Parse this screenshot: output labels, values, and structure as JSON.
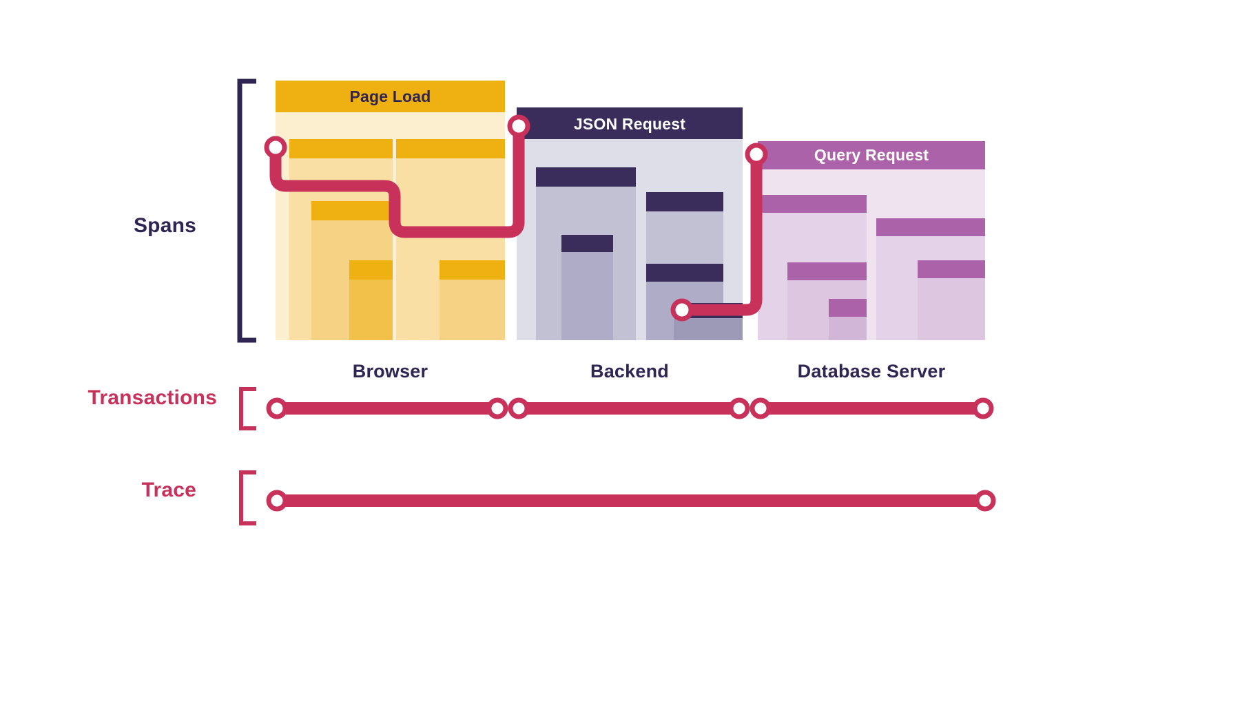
{
  "diagram": {
    "title_labels": {
      "spans": "Spans",
      "transactions": "Transactions",
      "trace": "Trace"
    },
    "colors": {
      "navy": "#2F2452",
      "crimson": "#C8315A",
      "yellow_header": "#EEB111",
      "yellow_bg": "#FBEFD0",
      "yellow_mid": "#F9DFA4",
      "yellow_dark": "#F2C14A",
      "gray_bg": "#DEDEE8",
      "gray_mid": "#B6B4CA",
      "gray_dark": "#A8A5C0",
      "purple_header": "#AC62A8",
      "purple_bg": "#F0E3F0",
      "purple_mid": "#E4D2E8",
      "purple_dark": "#D9C2DF",
      "white": "#FFFFFF"
    },
    "services": [
      {
        "key": "browser",
        "label": "Browser",
        "span_title": "Page Load",
        "title_text_color": "#2F2452"
      },
      {
        "key": "backend",
        "label": "Backend",
        "span_title": "JSON Request",
        "title_text_color": "#FFFFFF"
      },
      {
        "key": "database",
        "label": "Database Server",
        "span_title": "Query Request",
        "title_text_color": "#FFFFFF"
      }
    ],
    "transactions_row": {
      "segments": [
        {
          "name": "browser-transaction"
        },
        {
          "name": "backend-transaction"
        },
        {
          "name": "database-transaction"
        }
      ]
    },
    "trace_row": {
      "segments": [
        {
          "name": "full-trace"
        }
      ]
    }
  },
  "chart_data": {
    "type": "bar",
    "title": "Distributed trace: spans, transactions and trace",
    "categories": [
      "Browser",
      "Backend",
      "Database Server"
    ],
    "series": [
      {
        "name": "Page Load",
        "group": "Browser",
        "header_label": "Page Load",
        "x_start": 400,
        "x_end": 733,
        "y_start": 117,
        "y_end": 494,
        "bars": [
          {
            "label": "browser-span-1",
            "x": 420,
            "width": 150,
            "top": 202,
            "bottom": 494
          },
          {
            "label": "browser-span-2",
            "x": 575,
            "width": 158,
            "top": 202,
            "bottom": 494
          },
          {
            "label": "browser-span-1-1",
            "x": 452,
            "width": 118,
            "top": 292,
            "bottom": 494
          },
          {
            "label": "browser-span-1-1-1",
            "x": 507,
            "width": 63,
            "top": 378,
            "bottom": 494
          },
          {
            "label": "browser-span-2-1",
            "x": 638,
            "width": 95,
            "top": 378,
            "bottom": 494
          }
        ]
      },
      {
        "name": "JSON Request",
        "group": "Backend",
        "header_label": "JSON Request",
        "x_start": 750,
        "x_end": 1078,
        "y_start": 156,
        "y_end": 494,
        "bars": [
          {
            "label": "backend-span-1",
            "x": 778,
            "width": 145,
            "top": 243,
            "bottom": 494
          },
          {
            "label": "backend-span-1-1",
            "x": 815,
            "width": 75,
            "top": 341,
            "bottom": 494
          },
          {
            "label": "backend-span-2",
            "x": 938,
            "width": 112,
            "top": 279,
            "bottom": 494
          },
          {
            "label": "backend-span-2-1",
            "x": 938,
            "width": 112,
            "top": 383,
            "bottom": 494
          },
          {
            "label": "backend-span-2-2",
            "x": 978,
            "width": 100,
            "top": 440,
            "bottom": 494
          }
        ]
      },
      {
        "name": "Query Request",
        "group": "Database Server",
        "header_label": "Query Request",
        "x_start": 1100,
        "x_end": 1430,
        "y_start": 205,
        "y_end": 494,
        "bars": [
          {
            "label": "db-span-1",
            "x": 1100,
            "width": 158,
            "top": 283,
            "bottom": 494
          },
          {
            "label": "db-span-1-1",
            "x": 1143,
            "width": 115,
            "top": 381,
            "bottom": 494
          },
          {
            "label": "db-span-1-1-1",
            "x": 1203,
            "width": 55,
            "top": 434,
            "bottom": 494
          },
          {
            "label": "db-span-2",
            "x": 1272,
            "width": 158,
            "top": 317,
            "bottom": 494
          },
          {
            "label": "db-span-2-1",
            "x": 1332,
            "width": 98,
            "top": 378,
            "bottom": 494
          }
        ]
      }
    ],
    "connectors": [
      {
        "name": "browser-start-to-browser-child",
        "from": [
          400,
          214
        ],
        "to": [
          753,
          183
        ]
      },
      {
        "name": "browser-to-backend",
        "from": [
          753,
          183
        ],
        "to": [
          990,
          450
        ]
      },
      {
        "name": "backend-to-database",
        "from": [
          990,
          450
        ],
        "to": [
          1098,
          224
        ]
      }
    ],
    "transaction_bars": [
      {
        "name": "browser-transaction",
        "x_start": 402,
        "x_end": 722,
        "y": 593
      },
      {
        "name": "backend-transaction",
        "x_start": 753,
        "x_end": 1073,
        "y": 593
      },
      {
        "name": "database-transaction",
        "x_start": 1104,
        "x_end": 1427,
        "y": 593
      }
    ],
    "trace_bar": {
      "name": "full-trace",
      "x_start": 402,
      "x_end": 1430,
      "y": 727
    },
    "xlabel": "",
    "ylabel": "",
    "grid": false,
    "legend": "none"
  }
}
